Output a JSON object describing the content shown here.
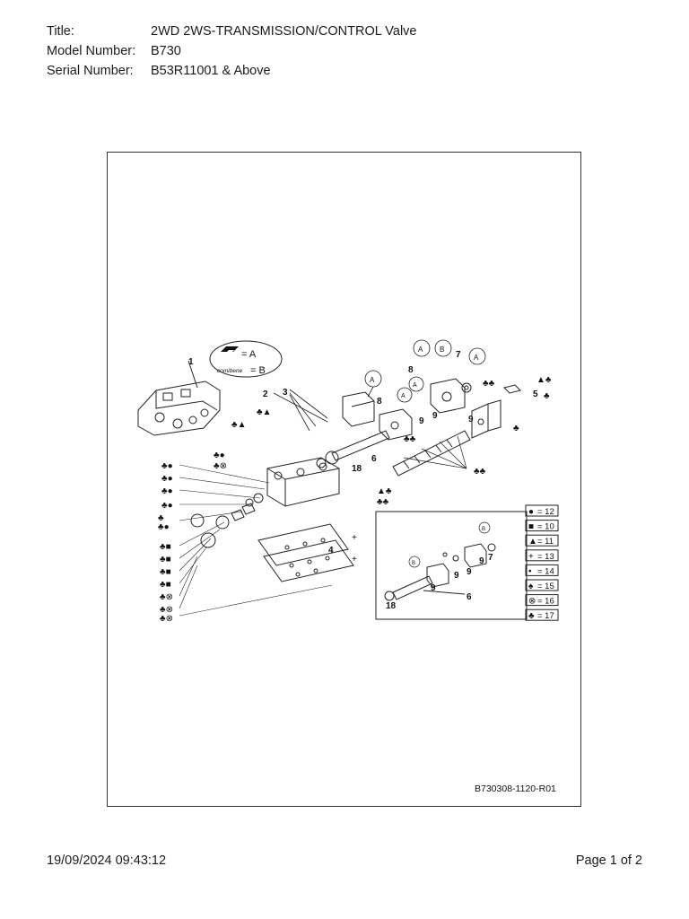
{
  "header": {
    "title_label": "Title:",
    "title_value": "2WD 2WS-TRANSMISSION/CONTROL Valve",
    "model_label": "Model Number:",
    "model_value": "B730",
    "serial_label": "Serial Number:",
    "serial_value": "B53R11001 & Above"
  },
  "diagram": {
    "brand_a": "= A",
    "brand_b": "= B",
    "brand_b_logo": "comibene",
    "callouts": [
      "1",
      "2",
      "3",
      "4",
      "5",
      "6",
      "7",
      "8",
      "8",
      "9",
      "9",
      "9",
      "18",
      "A",
      "A",
      "A",
      "A",
      "B"
    ],
    "inset_callouts": [
      "6",
      "7",
      "9",
      "9",
      "9",
      "9",
      "18"
    ],
    "legend": [
      {
        "symbol": "●",
        "value": "= 12"
      },
      {
        "symbol": "■",
        "value": "= 10"
      },
      {
        "symbol": "▲",
        "value": "= 11"
      },
      {
        "symbol": "+",
        "value": "= 13"
      },
      {
        "symbol": "•",
        "value": "= 14"
      },
      {
        "symbol": "♠",
        "value": "= 15"
      },
      {
        "symbol": "⊗",
        "value": "= 16"
      },
      {
        "symbol": "♣",
        "value": "= 17"
      }
    ],
    "drawing_code": "B730308-1120-R01"
  },
  "footer": {
    "timestamp": "19/09/2024 09:43:12",
    "page": "Page 1 of 2"
  }
}
